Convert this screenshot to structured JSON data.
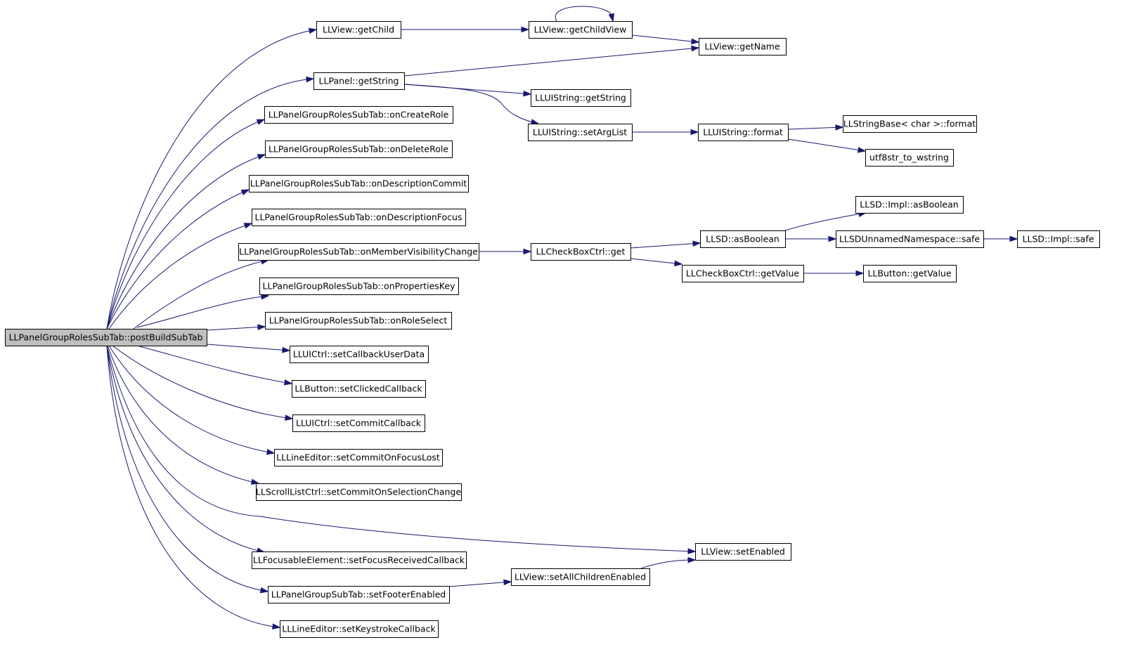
{
  "diagram": {
    "colors": {
      "edge": "#191970",
      "root_fill": "#bfbfbf",
      "node_fill": "#ffffff",
      "border": "#000000"
    },
    "nodes": [
      {
        "id": "root",
        "label": "LLPanelGroupRolesSubTab::postBuildSubTab",
        "root": true
      },
      {
        "id": "getChild",
        "label": "LLView::getChild"
      },
      {
        "id": "getChildView",
        "label": "LLView::getChildView"
      },
      {
        "id": "getName",
        "label": "LLView::getName"
      },
      {
        "id": "panelGetString",
        "label": "LLPanel::getString"
      },
      {
        "id": "uiGetString",
        "label": "LLUIString::getString"
      },
      {
        "id": "setArgList",
        "label": "LLUIString::setArgList"
      },
      {
        "id": "uiFormat",
        "label": "LLUIString::format"
      },
      {
        "id": "sbFormat",
        "label": "LLStringBase< char >::format"
      },
      {
        "id": "utf8",
        "label": "utf8str_to_wstring"
      },
      {
        "id": "onCreateRole",
        "label": "LLPanelGroupRolesSubTab::onCreateRole"
      },
      {
        "id": "onDeleteRole",
        "label": "LLPanelGroupRolesSubTab::onDeleteRole"
      },
      {
        "id": "onDescCommit",
        "label": "LLPanelGroupRolesSubTab::onDescriptionCommit"
      },
      {
        "id": "onDescFocus",
        "label": "LLPanelGroupRolesSubTab::onDescriptionFocus"
      },
      {
        "id": "onMemberVis",
        "label": "LLPanelGroupRolesSubTab::onMemberVisibilityChange"
      },
      {
        "id": "onPropKey",
        "label": "LLPanelGroupRolesSubTab::onPropertiesKey"
      },
      {
        "id": "onRoleSelect",
        "label": "LLPanelGroupRolesSubTab::onRoleSelect"
      },
      {
        "id": "cbGet",
        "label": "LLCheckBoxCtrl::get"
      },
      {
        "id": "sdAsBool",
        "label": "LLSD::asBoolean"
      },
      {
        "id": "implAsBool",
        "label": "LLSD::Impl::asBoolean"
      },
      {
        "id": "unnamedSafe",
        "label": "LLSDUnnamedNamespace::safe"
      },
      {
        "id": "implSafe",
        "label": "LLSD::Impl::safe"
      },
      {
        "id": "cbGetValue",
        "label": "LLCheckBoxCtrl::getValue"
      },
      {
        "id": "btnGetValue",
        "label": "LLButton::getValue"
      },
      {
        "id": "setCbUserData",
        "label": "LLUICtrl::setCallbackUserData"
      },
      {
        "id": "setClickedCb",
        "label": "LLButton::setClickedCallback"
      },
      {
        "id": "setCommitCb",
        "label": "LLUICtrl::setCommitCallback"
      },
      {
        "id": "commitFocusLost",
        "label": "LLLineEditor::setCommitOnFocusLost"
      },
      {
        "id": "commitSelChange",
        "label": "LLScrollListCtrl::setCommitOnSelectionChange"
      },
      {
        "id": "setEnabled",
        "label": "LLView::setEnabled"
      },
      {
        "id": "focusRecvCb",
        "label": "LLFocusableElement::setFocusReceivedCallback"
      },
      {
        "id": "setAllChildren",
        "label": "LLView::setAllChildrenEnabled"
      },
      {
        "id": "footerEnabled",
        "label": "LLPanelGroupSubTab::setFooterEnabled"
      },
      {
        "id": "keystrokeCb",
        "label": "LLLineEditor::setKeystrokeCallback"
      }
    ],
    "edges": [
      {
        "from": "root",
        "to": "getChild"
      },
      {
        "from": "root",
        "to": "panelGetString"
      },
      {
        "from": "root",
        "to": "onCreateRole"
      },
      {
        "from": "root",
        "to": "onDeleteRole"
      },
      {
        "from": "root",
        "to": "onDescCommit"
      },
      {
        "from": "root",
        "to": "onDescFocus"
      },
      {
        "from": "root",
        "to": "onMemberVis"
      },
      {
        "from": "root",
        "to": "onPropKey"
      },
      {
        "from": "root",
        "to": "onRoleSelect"
      },
      {
        "from": "root",
        "to": "setCbUserData"
      },
      {
        "from": "root",
        "to": "setClickedCb"
      },
      {
        "from": "root",
        "to": "setCommitCb"
      },
      {
        "from": "root",
        "to": "commitFocusLost"
      },
      {
        "from": "root",
        "to": "commitSelChange"
      },
      {
        "from": "root",
        "to": "setEnabled"
      },
      {
        "from": "root",
        "to": "focusRecvCb"
      },
      {
        "from": "root",
        "to": "footerEnabled"
      },
      {
        "from": "root",
        "to": "keystrokeCb"
      },
      {
        "from": "getChild",
        "to": "getChildView"
      },
      {
        "from": "getChildView",
        "to": "getChildView"
      },
      {
        "from": "getChildView",
        "to": "getName"
      },
      {
        "from": "panelGetString",
        "to": "getName"
      },
      {
        "from": "panelGetString",
        "to": "uiGetString"
      },
      {
        "from": "panelGetString",
        "to": "setArgList"
      },
      {
        "from": "setArgList",
        "to": "uiFormat"
      },
      {
        "from": "uiFormat",
        "to": "sbFormat"
      },
      {
        "from": "uiFormat",
        "to": "utf8"
      },
      {
        "from": "onMemberVis",
        "to": "cbGet"
      },
      {
        "from": "cbGet",
        "to": "sdAsBool"
      },
      {
        "from": "cbGet",
        "to": "cbGetValue"
      },
      {
        "from": "sdAsBool",
        "to": "implAsBool"
      },
      {
        "from": "sdAsBool",
        "to": "unnamedSafe"
      },
      {
        "from": "unnamedSafe",
        "to": "implSafe"
      },
      {
        "from": "cbGetValue",
        "to": "btnGetValue"
      },
      {
        "from": "footerEnabled",
        "to": "setAllChildren"
      },
      {
        "from": "setAllChildren",
        "to": "setEnabled"
      }
    ]
  }
}
